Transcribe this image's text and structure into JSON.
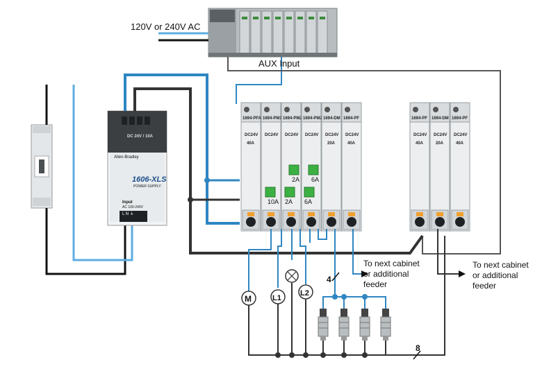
{
  "ac_label": "120V or 240V AC",
  "aux_label": "AUX Input",
  "psu": {
    "brand": "Allen-Bradley",
    "model": "1606-XLS",
    "subtitle": "POWER SUPPLY",
    "dc_label": "DC 24V / 10A",
    "input_label": "Input",
    "input_spec": "AC 100-240V",
    "terminals": "L   N   ⏚"
  },
  "cabinet1_modules": [
    {
      "code": "1694-PFA",
      "v": "DC24V",
      "a": "40A"
    },
    {
      "code": "1694-PM1",
      "v": "DC24V",
      "a": ""
    },
    {
      "code": "1694-PM2",
      "v": "DC24V",
      "a": ""
    },
    {
      "code": "1694-PM2",
      "v": "DC24V",
      "a": ""
    },
    {
      "code": "1694-DM",
      "v": "DC24V",
      "a": "20A"
    },
    {
      "code": "1694-PF",
      "v": "DC24V",
      "a": "40A"
    }
  ],
  "cabinet2_modules": [
    {
      "code": "1694-PF",
      "v": "DC24V",
      "a": "40A"
    },
    {
      "code": "1694-DM",
      "v": "DC24V",
      "a": "20A"
    },
    {
      "code": "1694-PF",
      "v": "DC24V",
      "a": "40A"
    }
  ],
  "fuse_ratings": [
    "10A",
    "2A",
    "2A",
    "6A",
    "6A"
  ],
  "loads": {
    "motor": "M",
    "lamp1": "L1",
    "lamp2": "L2"
  },
  "wire_count_a": "4",
  "wire_count_b": "8",
  "next1": [
    "To next cabinet",
    "or additional",
    "feeder"
  ],
  "next2": [
    "To next cabinet",
    "or additional",
    "feeder"
  ],
  "colors": {
    "blue": "#2e86c1",
    "lightblue": "#5dade2",
    "dark": "#2c2c2c",
    "green": "#3cb043",
    "orange": "#f0a030"
  }
}
